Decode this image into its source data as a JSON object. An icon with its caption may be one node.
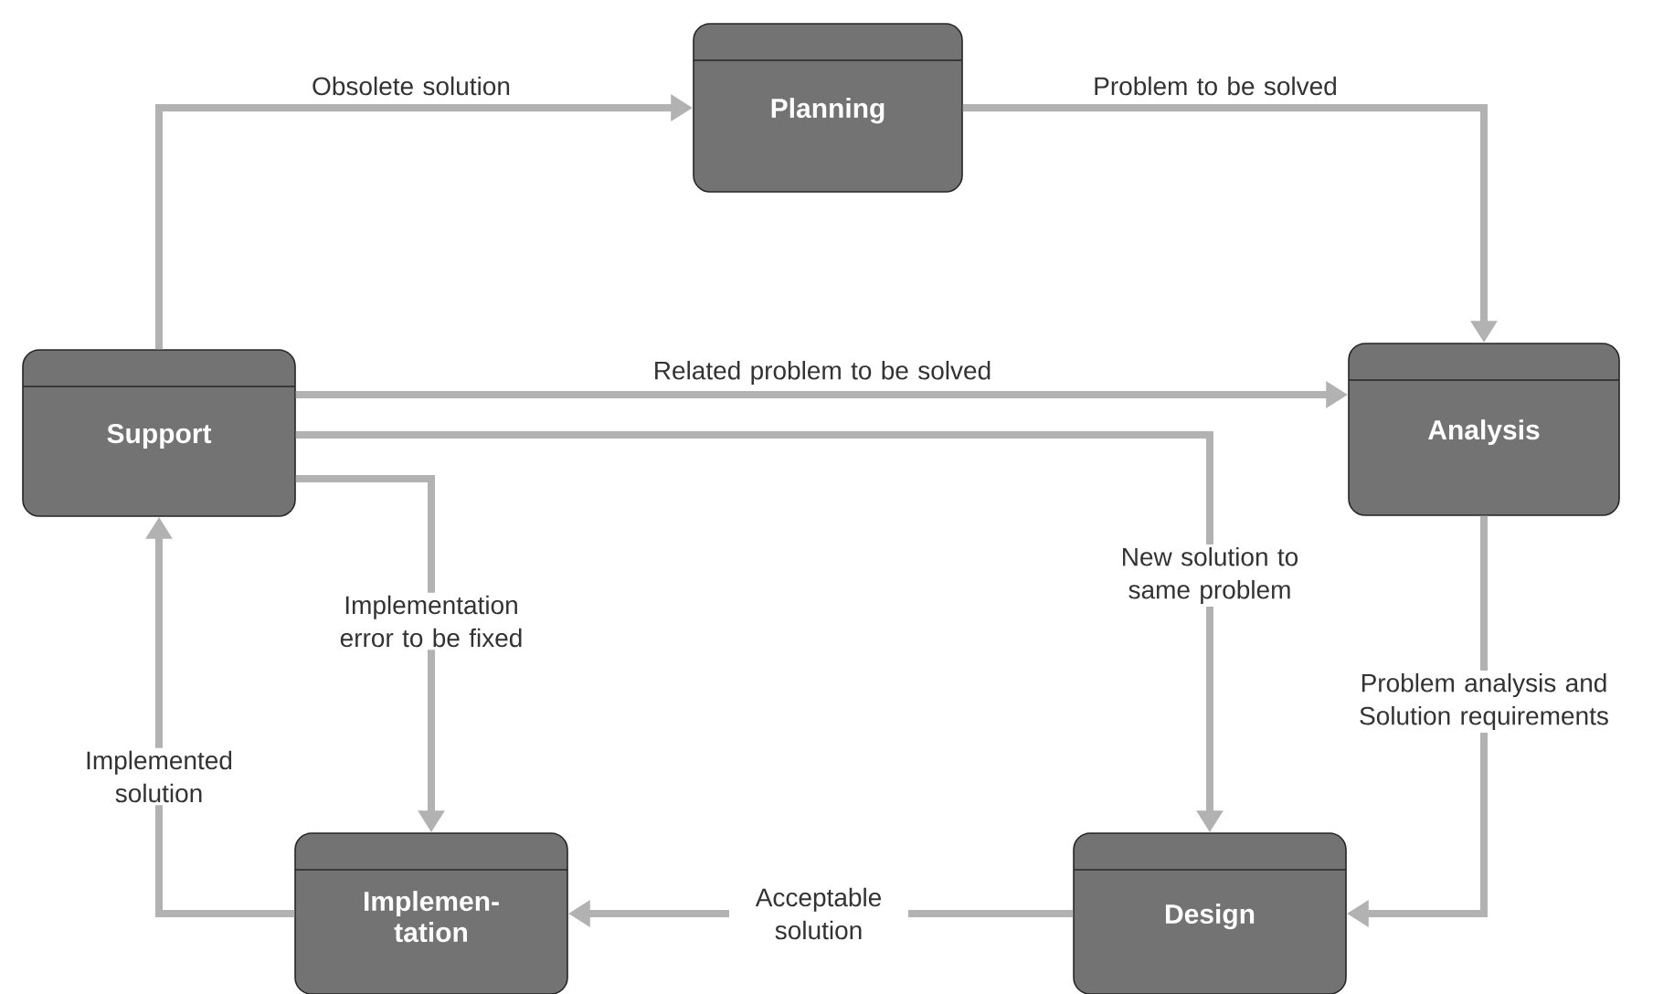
{
  "diagram": {
    "nodes": [
      {
        "text": [
          "Planning"
        ]
      },
      {
        "text": [
          "Support"
        ]
      },
      {
        "text": [
          "Analysis"
        ]
      },
      {
        "text": [
          "Implemen- tation"
        ]
      },
      {
        "text": [
          "Design"
        ]
      }
    ],
    "edges": [
      {
        "from": 1,
        "to": 0,
        "arrow": "to",
        "label": "Obsolete solution"
      },
      {
        "from": 0,
        "to": 2,
        "arrow": "to",
        "label": "Problem to be solved"
      },
      {
        "from": 1,
        "to": 2,
        "arrow": "to",
        "label": "Related problem to be solved"
      },
      {
        "from": 1,
        "to": 4,
        "arrow": "to",
        "label": "New solution to same problem"
      },
      {
        "from": 1,
        "to": 3,
        "arrow": "to",
        "label": "Implementation error to be fixed"
      },
      {
        "from": 2,
        "to": 4,
        "arrow": "to",
        "label": "Problem analysis and Solution requirements"
      },
      {
        "from": 4,
        "to": 3,
        "arrow": "to",
        "label": "Acceptable solution"
      },
      {
        "from": 3,
        "to": 1,
        "arrow": "to",
        "label": "Implemented solution"
      }
    ]
  }
}
